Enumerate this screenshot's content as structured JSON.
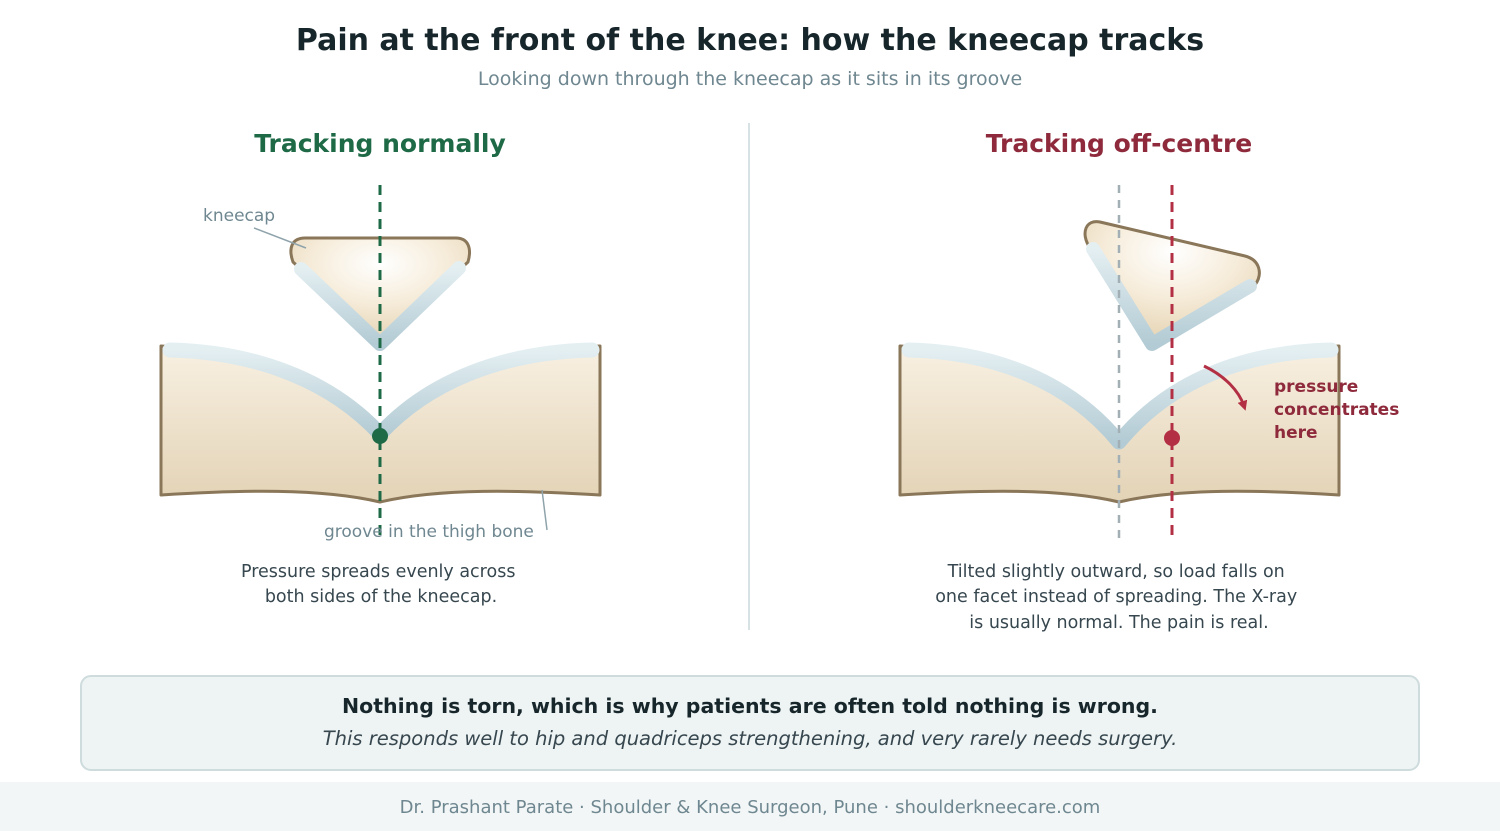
{
  "title": "Pain at the front of the knee: how the kneecap tracks",
  "subtitle": "Looking down through the kneecap as it sits in its groove",
  "normal": {
    "heading": "Tracking normally",
    "kneecap_label": "kneecap",
    "groove_label": "groove in the thigh bone",
    "caption_lines": [
      "Pressure spreads evenly across",
      "both sides of the kneecap."
    ]
  },
  "offcentre": {
    "heading": "Tracking off-centre",
    "callout_lines": [
      "pressure",
      "concentrates",
      "here"
    ],
    "caption_lines": [
      "Tilted slightly outward, so load falls on",
      "one facet instead of spreading. The X-ray",
      "is usually normal. The pain is real."
    ]
  },
  "note": {
    "main": "Nothing is torn, which is why patients are often told nothing is wrong.",
    "sub": "This responds well to hip and quadriceps strengthening, and very rarely needs surgery."
  },
  "footer": "Dr. Prashant Parate · Shoulder & Knee Surgeon, Pune · shoulderkneecare.com",
  "colors": {
    "normal_accent": "#1e6a47",
    "offcentre_accent": "#b22f44",
    "bone_outline": "#8a7658",
    "cartilage": "#b9d0d8"
  }
}
